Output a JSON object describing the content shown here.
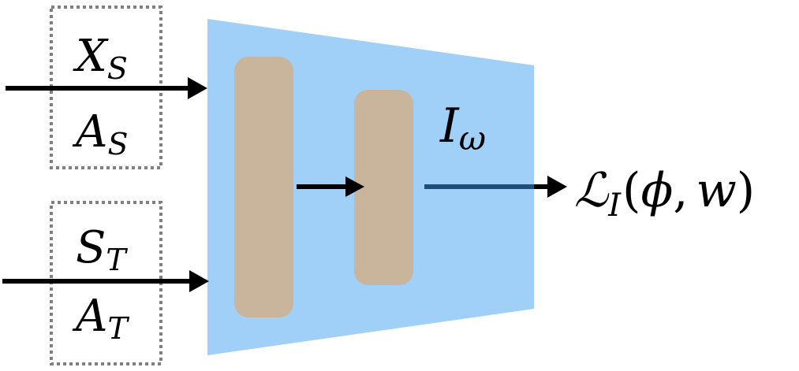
{
  "inputs": {
    "source": {
      "top": {
        "base": "X",
        "sub": "S"
      },
      "bottom": {
        "base": "A",
        "sub": "S"
      }
    },
    "target": {
      "top": {
        "base": "S",
        "sub": "T"
      },
      "bottom": {
        "base": "A",
        "sub": "T"
      }
    }
  },
  "network": {
    "base": "I",
    "sub": "ω"
  },
  "loss": {
    "symbol": "ℒ",
    "sub": "I",
    "open": "(",
    "arg1": "ϕ",
    "comma": ",",
    "arg2": "w",
    "close": ")"
  },
  "colors": {
    "network_fill": "#a0cff8",
    "block_fill": "#c8b59b",
    "arrow": "#000000",
    "output_line": "#1f4e79",
    "dashed_box": "#808080"
  }
}
